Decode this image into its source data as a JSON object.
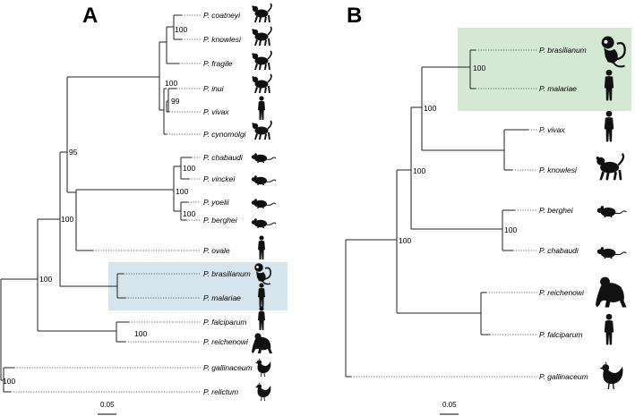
{
  "panels": [
    {
      "letter": "A",
      "scale_label": "0.05",
      "highlight": {
        "color": "#d6e4ee"
      },
      "taxa": [
        {
          "label": "P. coatneyi",
          "host": "monkey-icon"
        },
        {
          "label": "P. knowlesi",
          "host": "monkey-icon"
        },
        {
          "label": "P. fragile",
          "host": "monkey-icon"
        },
        {
          "label": "P. inui",
          "host": "monkey-icon"
        },
        {
          "label": "P. vivax",
          "host": "human-icon"
        },
        {
          "label": "P. cynomolgi",
          "host": "monkey-icon"
        },
        {
          "label": "P. chabaudi",
          "host": "rodent-icon"
        },
        {
          "label": "P. vinckei",
          "host": "rodent-icon"
        },
        {
          "label": "P. yoelii",
          "host": "rodent-icon"
        },
        {
          "label": "P. berghei",
          "host": "rodent-icon"
        },
        {
          "label": "P. ovale",
          "host": "human-icon"
        },
        {
          "label": "P. brasilianum",
          "host": "new-world-monkey-icon"
        },
        {
          "label": "P. malariae",
          "host": "human-icon"
        },
        {
          "label": "P. falciparum",
          "host": "human-icon"
        },
        {
          "label": "P. reichenowi",
          "host": "chimpanzee-icon"
        },
        {
          "label": "P. gallinaceum",
          "host": "chicken-icon"
        },
        {
          "label": "P. relictum",
          "host": "chicken-icon"
        }
      ],
      "supports": [
        "100",
        "100",
        "99",
        "95",
        "100",
        "100",
        "100",
        "100",
        "100",
        "100",
        "100"
      ]
    },
    {
      "letter": "B",
      "scale_label": "0.05",
      "highlight": {
        "color": "#d5e8d4"
      },
      "taxa": [
        {
          "label": "P. brasilianum",
          "host": "new-world-monkey-icon"
        },
        {
          "label": "P. malariae",
          "host": "human-icon"
        },
        {
          "label": "P. vivax",
          "host": "human-icon"
        },
        {
          "label": "P. knowlesi",
          "host": "monkey-icon"
        },
        {
          "label": "P. berghei",
          "host": "rodent-icon"
        },
        {
          "label": "P. chabaudi",
          "host": "rodent-icon"
        },
        {
          "label": "P. reichenowi",
          "host": "chimpanzee-icon"
        },
        {
          "label": "P. falciparum",
          "host": "human-icon"
        },
        {
          "label": "P. gallinaceum",
          "host": "chicken-icon"
        }
      ],
      "supports": [
        "100",
        "100",
        "100",
        "100",
        "100"
      ]
    }
  ]
}
